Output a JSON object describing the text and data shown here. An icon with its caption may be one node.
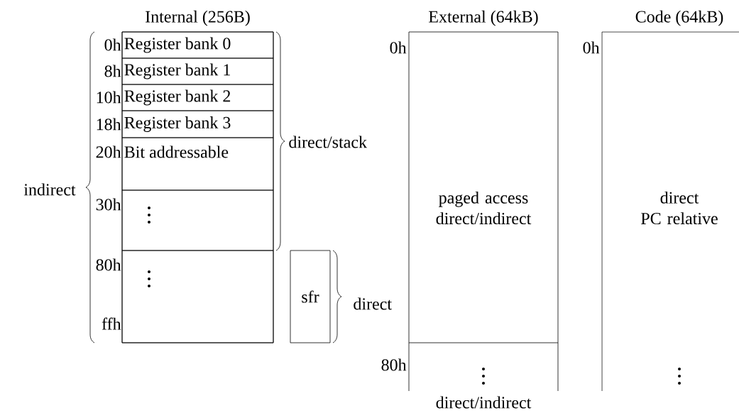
{
  "diagram": {
    "nodes": [
      {
        "text": [
          "Internal (256B)"
        ]
      },
      {
        "text": [
          "Register bank 0"
        ],
        "in": 0
      },
      {
        "text": [
          "Register bank 1"
        ],
        "in": 0
      },
      {
        "text": [
          "Register bank 2"
        ],
        "in": 0
      },
      {
        "text": [
          "Register bank 3"
        ],
        "in": 0
      },
      {
        "text": [
          "Bit addressable"
        ],
        "in": 0
      },
      {
        "text": [],
        "shape": "box",
        "in": 0
      },
      {
        "text": [],
        "shape": "box",
        "in": 0
      },
      {
        "text": [
          "sfr"
        ]
      },
      {
        "text": [
          "External (64kB)",
          "paged access direct/indirect"
        ]
      },
      {
        "text": [],
        "shape": "box",
        "beside": [
          "direct/indirect"
        ]
      },
      {
        "text": [
          "Code (64kB)",
          "direct PC relative"
        ]
      }
    ],
    "labels": [
      "0h",
      "8h",
      "10h",
      "18h",
      "20h",
      "30h",
      "80h",
      "ffh",
      "indirect",
      "direct/stack",
      "direct",
      "0h",
      "80h",
      "0h"
    ]
  }
}
